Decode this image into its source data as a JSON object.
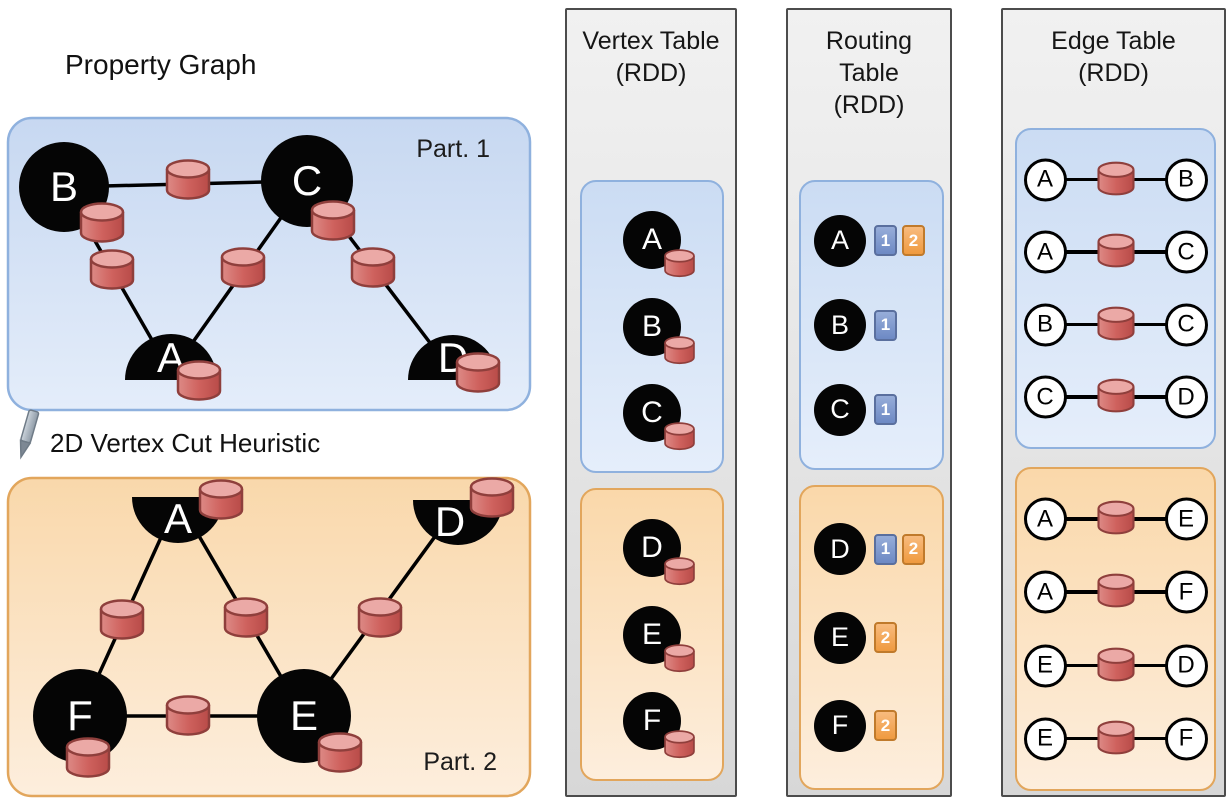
{
  "figure": {
    "title": "Property Graph",
    "cut_heuristic_label": "2D Vertex Cut Heuristic"
  },
  "property_graph": {
    "part1": {
      "label": "Part. 1",
      "vertices": [
        {
          "id": "B"
        },
        {
          "id": "C"
        },
        {
          "id": "A"
        },
        {
          "id": "D"
        }
      ],
      "edges": [
        {
          "src": "B",
          "dst": "C"
        },
        {
          "src": "B",
          "dst": "A"
        },
        {
          "src": "C",
          "dst": "A"
        },
        {
          "src": "C",
          "dst": "D"
        }
      ]
    },
    "part2": {
      "label": "Part. 2",
      "vertices": [
        {
          "id": "A"
        },
        {
          "id": "D"
        },
        {
          "id": "F"
        },
        {
          "id": "E"
        }
      ],
      "edges": [
        {
          "src": "A",
          "dst": "F"
        },
        {
          "src": "A",
          "dst": "E"
        },
        {
          "src": "F",
          "dst": "E"
        },
        {
          "src": "E",
          "dst": "D"
        }
      ]
    }
  },
  "vertex_table": {
    "title": "Vertex Table",
    "subtitle": "(RDD)",
    "partition1": [
      "A",
      "B",
      "C"
    ],
    "partition2": [
      "D",
      "E",
      "F"
    ]
  },
  "routing_table": {
    "title_line1": "Routing",
    "title_line2": "Table",
    "subtitle": "(RDD)",
    "partition1": [
      {
        "vertex": "A",
        "badges": [
          {
            "label": "1",
            "color": "blue"
          },
          {
            "label": "2",
            "color": "orange"
          }
        ]
      },
      {
        "vertex": "B",
        "badges": [
          {
            "label": "1",
            "color": "blue"
          }
        ]
      },
      {
        "vertex": "C",
        "badges": [
          {
            "label": "1",
            "color": "blue"
          }
        ]
      }
    ],
    "partition2": [
      {
        "vertex": "D",
        "badges": [
          {
            "label": "1",
            "color": "blue"
          },
          {
            "label": "2",
            "color": "orange"
          }
        ]
      },
      {
        "vertex": "E",
        "badges": [
          {
            "label": "2",
            "color": "orange"
          }
        ]
      },
      {
        "vertex": "F",
        "badges": [
          {
            "label": "2",
            "color": "orange"
          }
        ]
      }
    ]
  },
  "edge_table": {
    "title": "Edge Table",
    "subtitle": "(RDD)",
    "partition1": [
      {
        "src": "A",
        "dst": "B"
      },
      {
        "src": "A",
        "dst": "C"
      },
      {
        "src": "B",
        "dst": "C"
      },
      {
        "src": "C",
        "dst": "D"
      }
    ],
    "partition2": [
      {
        "src": "A",
        "dst": "E"
      },
      {
        "src": "A",
        "dst": "F"
      },
      {
        "src": "E",
        "dst": "D"
      },
      {
        "src": "E",
        "dst": "F"
      }
    ]
  },
  "colors": {
    "partition1_fill_top": "#c7d8f1",
    "partition1_fill_bottom": "#e4edfa",
    "partition1_border": "#8fb1de",
    "partition2_fill_top": "#f9d8ab",
    "partition2_fill_bottom": "#fdeedd",
    "partition2_border": "#e2a65c",
    "column_fill": "#e4e4e4",
    "column_border": "#4c4c4c",
    "vertex_fill": "#050505",
    "cylinder_body": "#cf625e",
    "cylinder_top": "#eba9a6",
    "cylinder_outline": "#8f3f3c",
    "badge_blue": "#6d89c4",
    "badge_orange": "#ef9a3f"
  }
}
